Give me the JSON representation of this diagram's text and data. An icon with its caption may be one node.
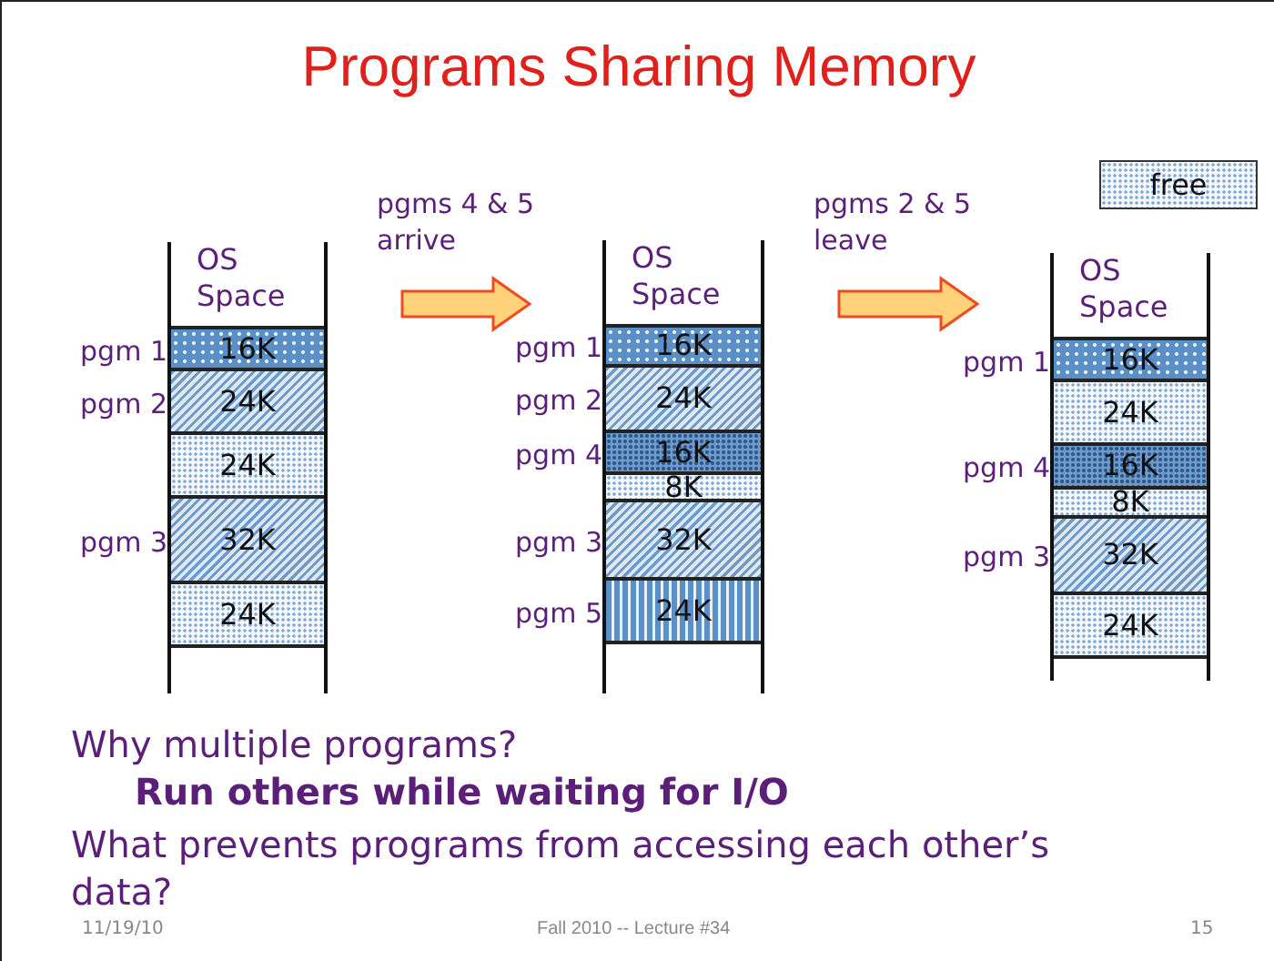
{
  "diagram": {
    "title": "Programs Sharing Memory",
    "nodes": [
      {
        "text": [
          "OS Space"
        ]
      },
      {
        "text": [
          "16K"
        ],
        "in": 0,
        "beside": [
          "pgm 1"
        ]
      },
      {
        "text": [
          "24K"
        ],
        "in": 0,
        "beside": [
          "pgm 2"
        ]
      },
      {
        "text": [
          "24K"
        ],
        "in": 0
      },
      {
        "text": [
          "32K"
        ],
        "in": 0,
        "beside": [
          "pgm 3"
        ]
      },
      {
        "text": [
          "24K"
        ],
        "in": 0
      },
      {
        "text": [
          "OS Space"
        ]
      },
      {
        "text": [
          "16K"
        ],
        "in": 6,
        "beside": [
          "pgm 1"
        ]
      },
      {
        "text": [
          "24K"
        ],
        "in": 6,
        "beside": [
          "pgm 2"
        ]
      },
      {
        "text": [
          "16K"
        ],
        "in": 6,
        "beside": [
          "pgm 4"
        ]
      },
      {
        "text": [
          "8K"
        ],
        "in": 6
      },
      {
        "text": [
          "32K"
        ],
        "in": 6,
        "beside": [
          "pgm 3"
        ]
      },
      {
        "text": [
          "24K"
        ],
        "in": 6,
        "beside": [
          "pgm 5"
        ]
      },
      {
        "text": [
          "OS Space"
        ]
      },
      {
        "text": [
          "16K"
        ],
        "in": 13,
        "beside": [
          "pgm 1"
        ]
      },
      {
        "text": [
          "24K"
        ],
        "in": 13
      },
      {
        "text": [
          "16K"
        ],
        "in": 13,
        "beside": [
          "pgm 4"
        ]
      },
      {
        "text": [
          "8K"
        ],
        "in": 13
      },
      {
        "text": [
          "32K"
        ],
        "in": 13,
        "beside": [
          "pgm 3"
        ]
      },
      {
        "text": [
          "24K"
        ],
        "in": 13
      }
    ],
    "edges": [
      {
        "from": 0,
        "to": 6,
        "arrow": "to",
        "label": "pgms 4 & 5 arrive"
      },
      {
        "from": 6,
        "to": 13,
        "arrow": "to",
        "label": "pgms 2 & 5 leave"
      }
    ],
    "labels": [
      "Why multiple programs?",
      "Run others while waiting for I/O",
      "What prevents programs from accessing each other’s data?",
      "11/19/10",
      "Fall 2010 -- Lecture #34",
      "15"
    ],
    "legend": [
      {
        "text": "free"
      }
    ]
  }
}
